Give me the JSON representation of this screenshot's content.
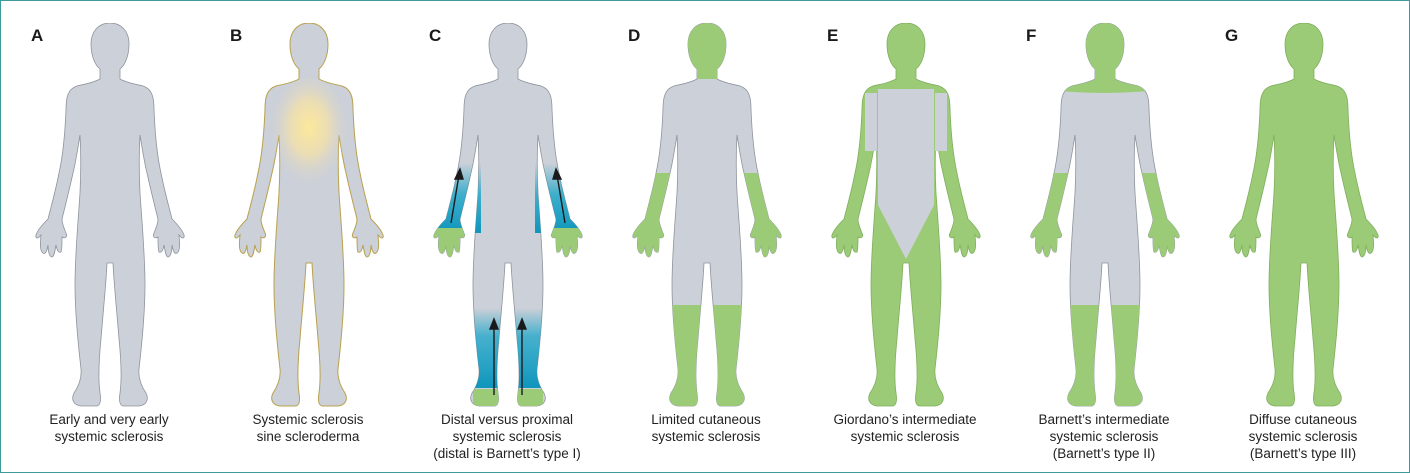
{
  "colors": {
    "frame": "#3f9aa0",
    "body": "#ccd0d8",
    "green": "#9ccb78",
    "blue": "#1aa6c9",
    "yellow": "#fae393",
    "arrow": "#1a1a1a"
  },
  "panels": [
    {
      "letter": "A",
      "caption": [
        "Early and very early",
        "systemic sclerosis"
      ]
    },
    {
      "letter": "B",
      "caption": [
        "Systemic sclerosis",
        "sine scleroderma"
      ]
    },
    {
      "letter": "C",
      "caption": [
        "Distal versus proximal",
        "systemic sclerosis",
        "(distal is Barnett’s type I)"
      ]
    },
    {
      "letter": "D",
      "caption": [
        "Limited cutaneous",
        "systemic sclerosis"
      ]
    },
    {
      "letter": "E",
      "caption": [
        "Giordano’s intermediate",
        "systemic sclerosis"
      ]
    },
    {
      "letter": "F",
      "caption": [
        "Barnett’s intermediate",
        "systemic sclerosis",
        "(Barnett’s type II)"
      ]
    },
    {
      "letter": "G",
      "caption": [
        "Diffuse cutaneous",
        "systemic sclerosis",
        "(Barnett’s type III)"
      ]
    }
  ]
}
